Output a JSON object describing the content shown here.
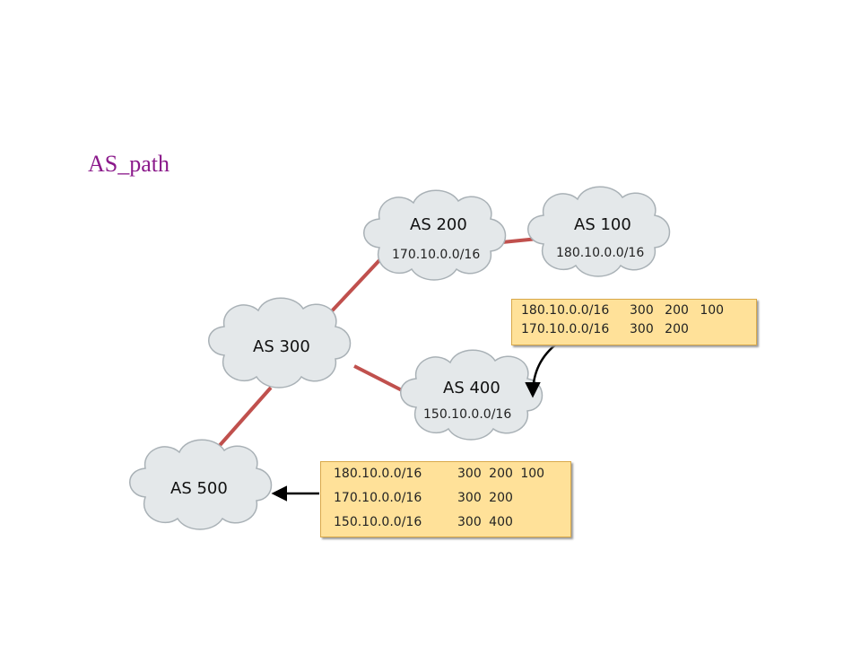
{
  "title": "AS_path",
  "clouds": {
    "as200": {
      "name": "AS 200",
      "prefix": "170.10.0.0/16"
    },
    "as100": {
      "name": "AS 100",
      "prefix": "180.10.0.0/16"
    },
    "as300": {
      "name": "AS 300"
    },
    "as400": {
      "name": "AS 400",
      "prefix": "150.10.0.0/16"
    },
    "as500": {
      "name": "AS 500"
    }
  },
  "tables": {
    "as400_table": [
      {
        "prefix": "180.10.0.0/16",
        "path": "300 200 100"
      },
      {
        "prefix": "170.10.0.0/16",
        "path": "300 200"
      }
    ],
    "as500_table": [
      {
        "prefix": "180.10.0.0/16",
        "path": "300 200 100"
      },
      {
        "prefix": "170.10.0.0/16",
        "path": "300 200"
      },
      {
        "prefix": "150.10.0.0/16",
        "path": "300 400"
      }
    ]
  },
  "colors": {
    "title": "#8b1a8b",
    "cloud_fill": "#e4e8ea",
    "cloud_stroke": "#a9b1b6",
    "link": "#c0504d",
    "table_fill": "#ffe199"
  }
}
